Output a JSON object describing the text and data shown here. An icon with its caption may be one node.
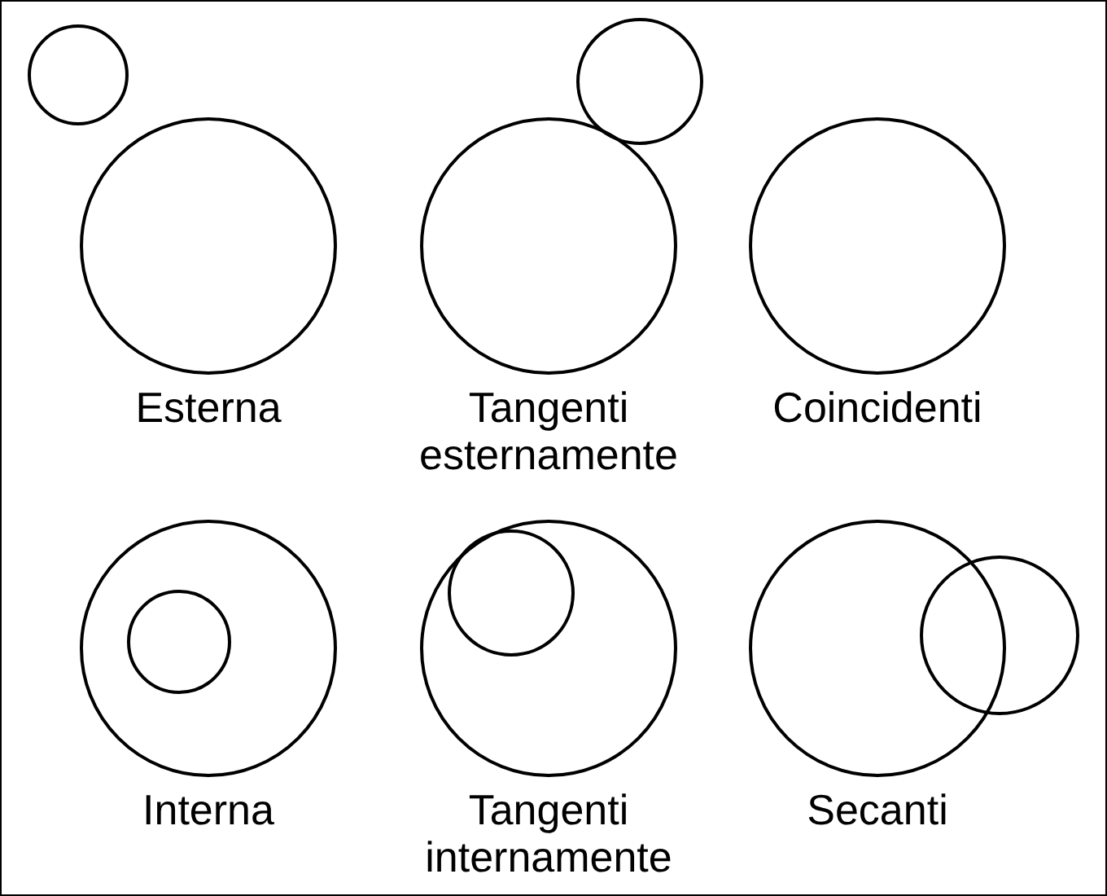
{
  "diagram": {
    "labels": [
      "Esterna",
      "Tangenti esternamente",
      "Coincidenti",
      "Interna",
      "Tangenti internamente",
      "Secanti"
    ]
  }
}
